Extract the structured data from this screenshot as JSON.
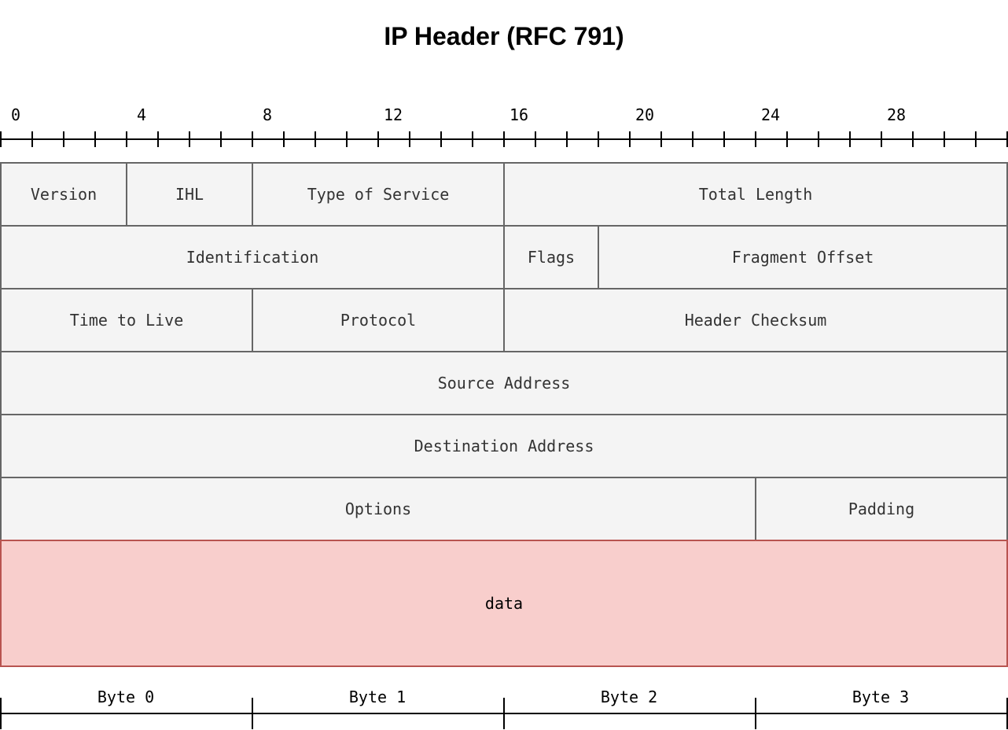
{
  "title": "IP Header (RFC 791)",
  "word_bits": 32,
  "bit_ruler": {
    "labeled_bits": [
      0,
      4,
      8,
      12,
      16,
      20,
      24,
      28
    ],
    "labels": [
      "0",
      "4",
      "8",
      "12",
      "16",
      "20",
      "24",
      "28"
    ]
  },
  "rows": [
    [
      {
        "label": "Version",
        "bits": 4
      },
      {
        "label": "IHL",
        "bits": 4
      },
      {
        "label": "Type of Service",
        "bits": 8
      },
      {
        "label": "Total Length",
        "bits": 16
      }
    ],
    [
      {
        "label": "Identification",
        "bits": 16
      },
      {
        "label": "Flags",
        "bits": 3
      },
      {
        "label": "Fragment Offset",
        "bits": 13
      }
    ],
    [
      {
        "label": "Time to Live",
        "bits": 8
      },
      {
        "label": "Protocol",
        "bits": 8
      },
      {
        "label": "Header Checksum",
        "bits": 16
      }
    ],
    [
      {
        "label": "Source Address",
        "bits": 32
      }
    ],
    [
      {
        "label": "Destination Address",
        "bits": 32
      }
    ],
    [
      {
        "label": "Options",
        "bits": 24
      },
      {
        "label": "Padding",
        "bits": 8
      }
    ]
  ],
  "data_block": {
    "label": "data",
    "fill": "#f8cecc",
    "stroke": "#b85450"
  },
  "field_fill": "#f4f4f4",
  "field_stroke": "#666666",
  "byte_ruler": {
    "labels": [
      "Byte 0",
      "Byte 1",
      "Byte 2",
      "Byte 3"
    ]
  }
}
